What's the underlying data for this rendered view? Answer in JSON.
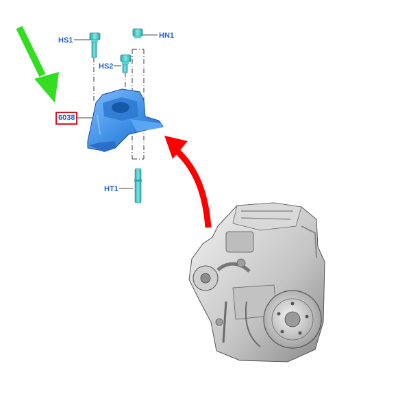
{
  "labels": {
    "hs1": "HS1",
    "hs2": "HS2",
    "hn1": "HN1",
    "ht1": "HT1",
    "part": "6038"
  },
  "colors": {
    "part_blue": "#3f8fe6",
    "fastener_cyan": "#46c9c9",
    "label_blue": "#1f5fd1",
    "highlight_red": "#e0141e",
    "arrow_green": "#33dd22",
    "arrow_red": "#ff0000",
    "engine_gray": "#c9c9c9"
  },
  "icons": {
    "pointer_arrow": "green-arrow-icon",
    "location_arrow": "red-curved-arrow-icon"
  }
}
